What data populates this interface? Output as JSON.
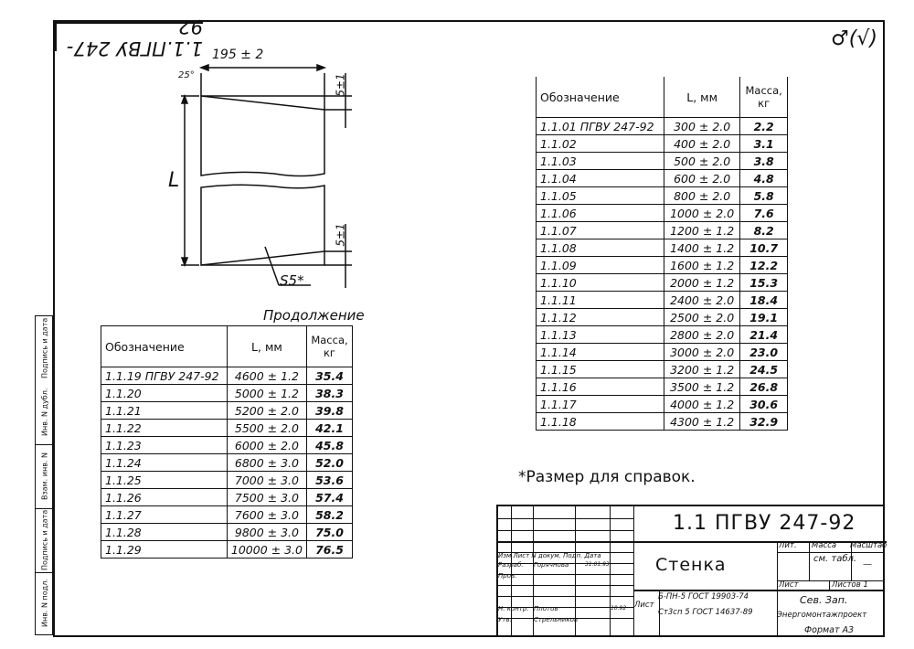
{
  "document": {
    "code_stamp": "1.1.ПГВУ 247-92",
    "mark": "♂(√)",
    "continuation_label": "Продолжение",
    "footnote": "*Размер для справок.",
    "drawing": {
      "width_dim": "195 ± 2",
      "angle": "25°",
      "top_tol": "5±1",
      "bottom_tol": "5±1",
      "length_label": "L",
      "thickness": "S5*"
    },
    "columns": {
      "designation": "Обозначение",
      "length": "L, мм",
      "mass": "Масса, кг"
    },
    "right_table": [
      [
        "1.1.01 ПГВУ 247-92",
        "300 ± 2.0",
        "2.2"
      ],
      [
        "1.1.02",
        "400 ± 2.0",
        "3.1"
      ],
      [
        "1.1.03",
        "500 ± 2.0",
        "3.8"
      ],
      [
        "1.1.04",
        "600 ± 2.0",
        "4.8"
      ],
      [
        "1.1.05",
        "800 ± 2.0",
        "5.8"
      ],
      [
        "1.1.06",
        "1000 ± 2.0",
        "7.6"
      ],
      [
        "1.1.07",
        "1200 ± 1.2",
        "8.2"
      ],
      [
        "1.1.08",
        "1400 ± 1.2",
        "10.7"
      ],
      [
        "1.1.09",
        "1600 ± 1.2",
        "12.2"
      ],
      [
        "1.1.10",
        "2000 ± 1.2",
        "15.3"
      ],
      [
        "1.1.11",
        "2400 ± 2.0",
        "18.4"
      ],
      [
        "1.1.12",
        "2500 ± 2.0",
        "19.1"
      ],
      [
        "1.1.13",
        "2800 ± 2.0",
        "21.4"
      ],
      [
        "1.1.14",
        "3000 ± 2.0",
        "23.0"
      ],
      [
        "1.1.15",
        "3200 ± 1.2",
        "24.5"
      ],
      [
        "1.1.16",
        "3500 ± 1.2",
        "26.8"
      ],
      [
        "1.1.17",
        "4000 ± 1.2",
        "30.6"
      ],
      [
        "1.1.18",
        "4300 ± 1.2",
        "32.9"
      ]
    ],
    "left_table": [
      [
        "1.1.19 ПГВУ 247-92",
        "4600 ± 1.2",
        "35.4"
      ],
      [
        "1.1.20",
        "5000 ± 1.2",
        "38.3"
      ],
      [
        "1.1.21",
        "5200 ± 2.0",
        "39.8"
      ],
      [
        "1.1.22",
        "5500 ± 2.0",
        "42.1"
      ],
      [
        "1.1.23",
        "6000 ± 2.0",
        "45.8"
      ],
      [
        "1.1.24",
        "6800 ± 3.0",
        "52.0"
      ],
      [
        "1.1.25",
        "7000 ± 3.0",
        "53.6"
      ],
      [
        "1.1.26",
        "7500 ± 3.0",
        "57.4"
      ],
      [
        "1.1.27",
        "7600 ± 3.0",
        "58.2"
      ],
      [
        "1.1.28",
        "9800 ± 3.0",
        "75.0"
      ],
      [
        "1.1.29",
        "10000 ± 3.0",
        "76.5"
      ]
    ],
    "title_block": {
      "code": "1.1 ПГВУ 247-92",
      "name": "Стенка",
      "lit": "Лит.",
      "mass": "Масса",
      "scale": "Масштаб",
      "mass_value": "см. табл.",
      "scale_value": "—",
      "sheet": "Лист",
      "sheets": "Листов 1",
      "org1": "Сев. Зап.",
      "org2": "Энергомонтажпроект",
      "format": "Формат А3",
      "material1": "Б-ПН-5 ГОСТ 19903-74",
      "material2": "Ст3сп 5 ГОСТ 14637-89",
      "sheet_label": "Лист",
      "header_row": "Изм Лист N докум. Подп. Дата",
      "roles": [
        "Разраб.",
        "Пров.",
        "Н. контр.",
        "Утв."
      ],
      "names": [
        "Горячнова",
        "Плотов",
        "Стрельников"
      ],
      "dates": [
        "31.01.93",
        "10.92"
      ]
    },
    "left_strip_labels": [
      "Инв. N подл.",
      "Подпись и дата",
      "Взам. инв. N",
      "Инв. N дубл.",
      "Подпись и дата"
    ]
  }
}
